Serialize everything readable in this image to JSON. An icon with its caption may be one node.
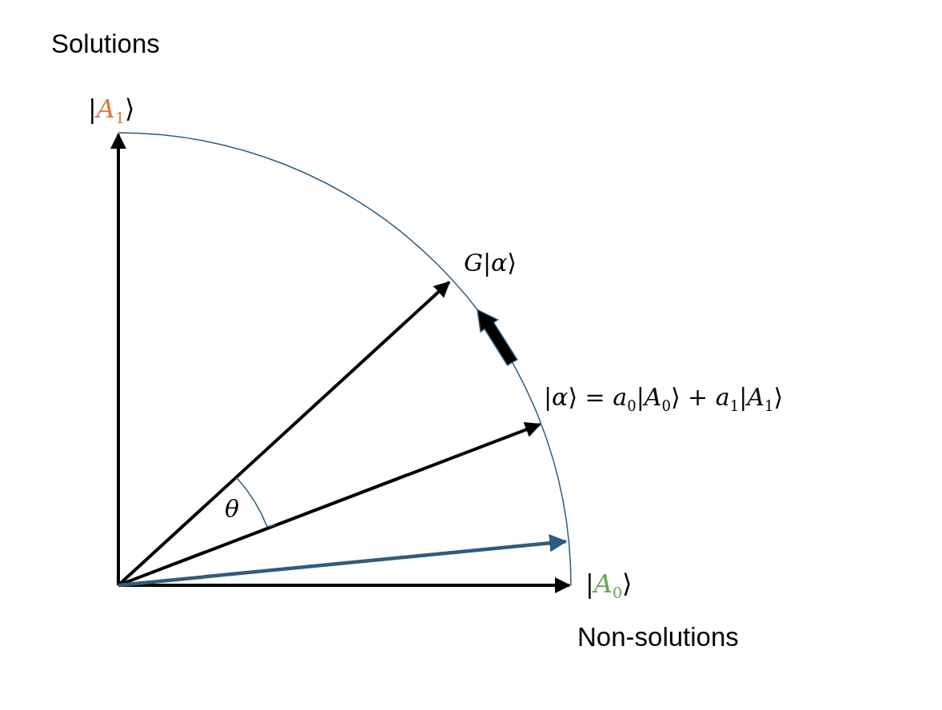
{
  "diagram": {
    "labels": [
      "Solutions",
      "|*A*$_{1}$⟩",
      "*G*|*α*⟩",
      "|*α*⟩ = *a*$_{0}$|*A*$_{0}$⟩ + *a*$_{1}$|*A*$_{1}$⟩",
      "θ",
      "|*A*$_{0}$⟩",
      "Non-solutions"
    ]
  }
}
